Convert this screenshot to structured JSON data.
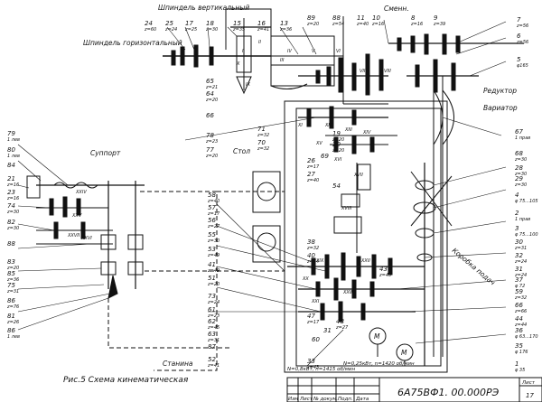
{
  "labels": {
    "vertical_spindle": "Шпиндель вертикальный",
    "horizontal_spindle": "Шпиндель горизонтальный",
    "stub": "Сменн.",
    "reducer": "Редуктор",
    "variator": "Вариатор",
    "carriage": "Суппорт",
    "table": "Стол",
    "gearbox": "Коробка подач",
    "bed": "Станина",
    "caption": "Рис.5 Схема кинематическая",
    "doc_code": "6А75ВФ1. 00.000РЭ",
    "motor_M": "M",
    "motor_M2": "M",
    "motor_spec_1": "N=0,8кВт, n=1415 об/мин",
    "motor_spec_2": "N=0,25кВт, n=1420 об/мин",
    "title_block": {
      "row1": [
        "Изм",
        "Лист",
        "№ докум.",
        "Подп.",
        "Дата"
      ],
      "sheet_label": "Лист",
      "sheet_no": "17"
    }
  },
  "callouts_top": [
    {
      "n": "24",
      "sub": "z=60"
    },
    {
      "n": "25",
      "sub": "z=24"
    },
    {
      "n": "17",
      "sub": "z=25"
    },
    {
      "n": "18",
      "sub": "z=30"
    },
    {
      "n": "15",
      "sub": "z=35"
    },
    {
      "n": "16",
      "sub": "z=41"
    },
    {
      "n": "13",
      "sub": "z=36"
    },
    {
      "n": "89",
      "sub": "z=20"
    },
    {
      "n": "88",
      "sub": "z=54"
    },
    {
      "n": "11",
      "sub": "z=40"
    },
    {
      "n": "10",
      "sub": "z=16"
    },
    {
      "n": "8",
      "sub": "z=16"
    },
    {
      "n": "9",
      "sub": "z=39"
    }
  ],
  "callouts_right": [
    {
      "n": "7",
      "sub": "z=56"
    },
    {
      "n": "6",
      "sub": "z=56"
    },
    {
      "n": "5",
      "sub": "φ165"
    },
    {
      "n": "67",
      "sub": "1 прав"
    },
    {
      "n": "68",
      "sub": "z=30"
    },
    {
      "n": "28",
      "sub": "z=30"
    },
    {
      "n": "29",
      "sub": "z=30"
    },
    {
      "n": "4",
      "sub": "φ 75...105"
    },
    {
      "n": "2",
      "sub": "1 прав"
    },
    {
      "n": "3",
      "sub": "φ 75...100"
    },
    {
      "n": "30",
      "sub": "z=31"
    },
    {
      "n": "32",
      "sub": "z=24"
    },
    {
      "n": "31",
      "sub": "z=24"
    },
    {
      "n": "37",
      "sub": "φ 72"
    },
    {
      "n": "59",
      "sub": "z=32"
    },
    {
      "n": "66",
      "sub": "z=66"
    },
    {
      "n": "44",
      "sub": "z=44"
    },
    {
      "n": "36",
      "sub": "φ 63...170"
    },
    {
      "n": "35",
      "sub": "φ 176"
    },
    {
      "n": "1",
      "sub": "φ 35"
    }
  ],
  "callouts_left": [
    {
      "n": "79",
      "sub": "1 лев"
    },
    {
      "n": "80",
      "sub": "1 лев"
    },
    {
      "n": "84",
      "sub": ""
    },
    {
      "n": "21",
      "sub": "z=16"
    },
    {
      "n": "23",
      "sub": "z=16"
    },
    {
      "n": "74",
      "sub": "z=30"
    },
    {
      "n": "82",
      "sub": "z=30"
    },
    {
      "n": "88",
      "sub": ""
    },
    {
      "n": "83",
      "sub": "z=20"
    },
    {
      "n": "85",
      "sub": "z=36"
    },
    {
      "n": "75",
      "sub": "z=31"
    },
    {
      "n": "86",
      "sub": "z=76"
    },
    {
      "n": "81",
      "sub": "z=26"
    },
    {
      "n": "86",
      "sub": "1 лев"
    }
  ],
  "callouts_center": [
    {
      "n": "65",
      "sub": "z=21"
    },
    {
      "n": "64",
      "sub": "z=20"
    },
    {
      "n": "66",
      "sub": ""
    },
    {
      "n": "78",
      "sub": "z=23"
    },
    {
      "n": "77",
      "sub": "z=20"
    },
    {
      "n": "71",
      "sub": "z=32"
    },
    {
      "n": "70",
      "sub": "z=32"
    },
    {
      "n": "58",
      "sub": "z=40"
    },
    {
      "n": "57",
      "sub": "z=17"
    },
    {
      "n": "56",
      "sub": "z=27"
    },
    {
      "n": "55",
      "sub": "z=30"
    },
    {
      "n": "53",
      "sub": "z=49"
    },
    {
      "n": "41",
      "sub": "z=49"
    },
    {
      "n": "51",
      "sub": "z=20"
    },
    {
      "n": "73",
      "sub": "z=24"
    },
    {
      "n": "61",
      "sub": "z=23"
    },
    {
      "n": "62",
      "sub": "z=45"
    },
    {
      "n": "63",
      "sub": "z=31"
    },
    {
      "n": "87",
      "sub": ""
    },
    {
      "n": "52",
      "sub": "z=41"
    },
    {
      "n": "47",
      "sub": "z=17"
    },
    {
      "n": "48",
      "sub": "z=27"
    },
    {
      "n": "31",
      "sub": ""
    },
    {
      "n": "60",
      "sub": ""
    },
    {
      "n": "33",
      "sub": "z=43"
    },
    {
      "n": "19",
      "sub": "z=20"
    },
    {
      "n": "20",
      "sub": "z=20"
    },
    {
      "n": "69",
      "sub": ""
    },
    {
      "n": "26",
      "sub": "z=17"
    },
    {
      "n": "27",
      "sub": "z=40"
    },
    {
      "n": "54",
      "sub": ""
    },
    {
      "n": "38",
      "sub": "z=32"
    },
    {
      "n": "40",
      "sub": "z=64"
    },
    {
      "n": "43",
      "sub": "z=43"
    }
  ],
  "shaft_marks": [
    "I",
    "II",
    "III",
    "IV",
    "V",
    "VI",
    "VII",
    "VIII",
    "IX",
    "X",
    "XI",
    "XII",
    "XIII",
    "XIV",
    "XV",
    "XVI",
    "XVII",
    "XVIII",
    "XIX",
    "XX",
    "XXI",
    "XXII",
    "XXIII",
    "XXIV",
    "XXV",
    "XXVI",
    "XXVII"
  ]
}
